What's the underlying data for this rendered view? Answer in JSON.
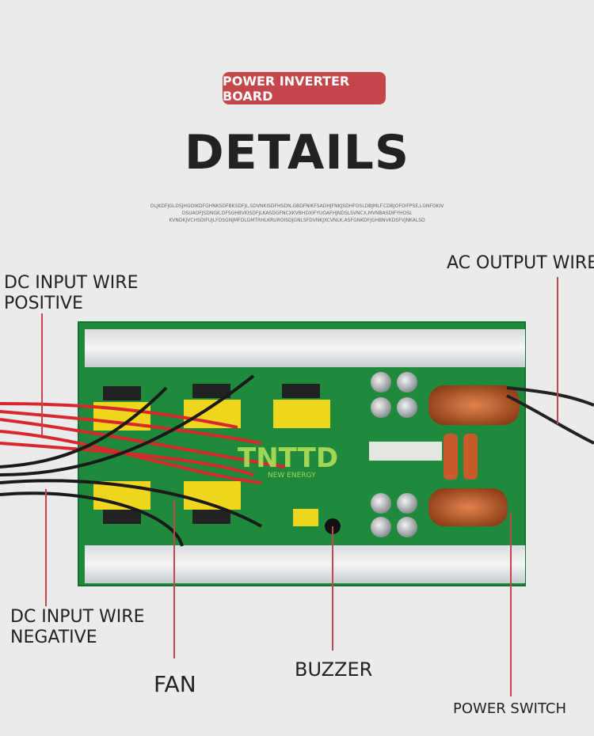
{
  "badge": "POWER INVERTER BOARD",
  "title": "DETAILS",
  "fine_text": [
    "OLJKDFJGLDSJHGOIKDFGHNKSDFBKSDFJL,SDVNKISDFHSDN,GBDFNIKFSADHJFNKJSDHFOSLDBJMLF.CDBJOFOIFPSE,LGNFOKIV",
    "OSUAOFJSDNGK,DFSGHBVKISDFJLKASDGFNCXKVBHDXIFYUOAFHJNDSLSVNCX,MVNBASDIFYHOSL",
    "KVNDKJVCHSDIFUJLFDSGNJMFDLGMTRHLKRUROISDJGNLSFDVNKJXCVNLK,ASFGNKDFJGHBNVKDSFVJNKALSD"
  ],
  "labels": {
    "dc_pos_1": "DC INPUT WIRE",
    "dc_pos_2": "POSITIVE",
    "ac_out": "AC OUTPUT WIRE",
    "dc_neg_1": "DC INPUT WIRE",
    "dc_neg_2": "NEGATIVE",
    "fan": "FAN",
    "buzzer": "BUZZER",
    "power_switch": "POWER SWITCH"
  },
  "watermark": {
    "brand": "TNTTD",
    "sub": "NEW ENERGY"
  }
}
